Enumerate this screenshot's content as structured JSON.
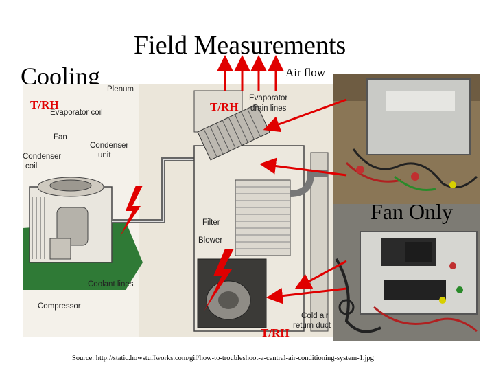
{
  "title": "Field Measurements",
  "cooling_label": "Cooling",
  "airflow_label": "Air flow",
  "fan_only_label": "Fan Only",
  "trh_labels": [
    "T/RH",
    "T/RH",
    "T/RH"
  ],
  "source": "Source: http://static.howstuffworks.com/gif/how-to-troubleshoot-a-central-air-conditioning-system-1.jpg",
  "diagram_labels": {
    "plenum": "Plenum",
    "evaporator_coil": "Evaporator coil",
    "evaporator_drain": "Evaporator",
    "drain_lines": "drain lines",
    "fan": "Fan",
    "condenser_coil_1": "Condenser",
    "condenser_coil_2": "coil",
    "condenser_unit_1": "Condenser",
    "condenser_unit_2": "unit",
    "filter": "Filter",
    "blower": "Blower",
    "coolant_lines": "Coolant lines",
    "compressor": "Compressor",
    "cold_air_1": "Cold air",
    "cold_air_2": "return duct"
  },
  "colors": {
    "accent_red": "#e00000",
    "arrow_red": "#e00000"
  },
  "icons": [
    "lightning-bolt-icon",
    "up-arrow-icon",
    "pointer-arrow-icon"
  ]
}
